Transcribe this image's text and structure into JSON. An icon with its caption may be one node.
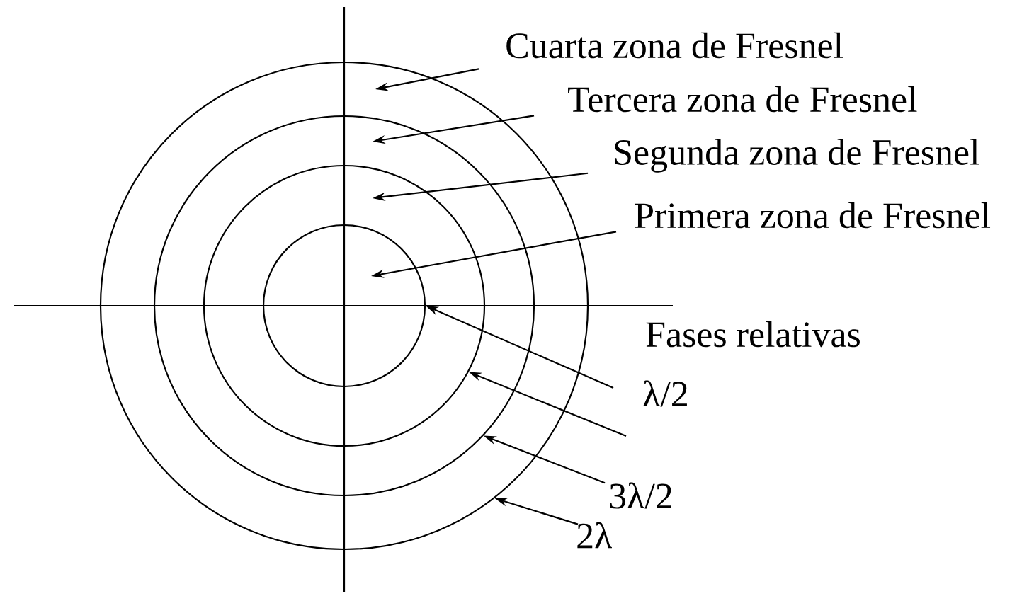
{
  "diagram": {
    "nodes": [
      {
        "text": [],
        "shape": "circle"
      },
      {
        "text": [],
        "shape": "circle",
        "in": 0
      },
      {
        "text": [],
        "shape": "circle",
        "in": 1
      },
      {
        "text": [],
        "shape": "circle",
        "in": 2
      },
      {
        "text": [
          "Cuarta zona de Fresnel"
        ]
      },
      {
        "text": [
          "Tercera zona de Fresnel"
        ]
      },
      {
        "text": [
          "Segunda zona de Fresnel"
        ]
      },
      {
        "text": [
          "Primera zona de Fresnel"
        ]
      },
      {
        "text": [
          "λ/2"
        ]
      },
      {
        "text": [
          "3λ/2"
        ]
      },
      {
        "text": [
          "2λ"
        ]
      }
    ],
    "edges": [
      {
        "from": 4,
        "to": 0,
        "arrow": "to"
      },
      {
        "from": 5,
        "to": 1,
        "arrow": "to"
      },
      {
        "from": 6,
        "to": 2,
        "arrow": "to"
      },
      {
        "from": 7,
        "to": 3,
        "arrow": "to"
      },
      {
        "from": 8,
        "to": 3,
        "arrow": "to"
      },
      {
        "from": null,
        "to": 2,
        "arrow": "to"
      },
      {
        "from": 9,
        "to": 1,
        "arrow": "to"
      },
      {
        "from": 10,
        "to": 0,
        "arrow": "to"
      }
    ],
    "labels": [
      "Fases relativas"
    ]
  }
}
